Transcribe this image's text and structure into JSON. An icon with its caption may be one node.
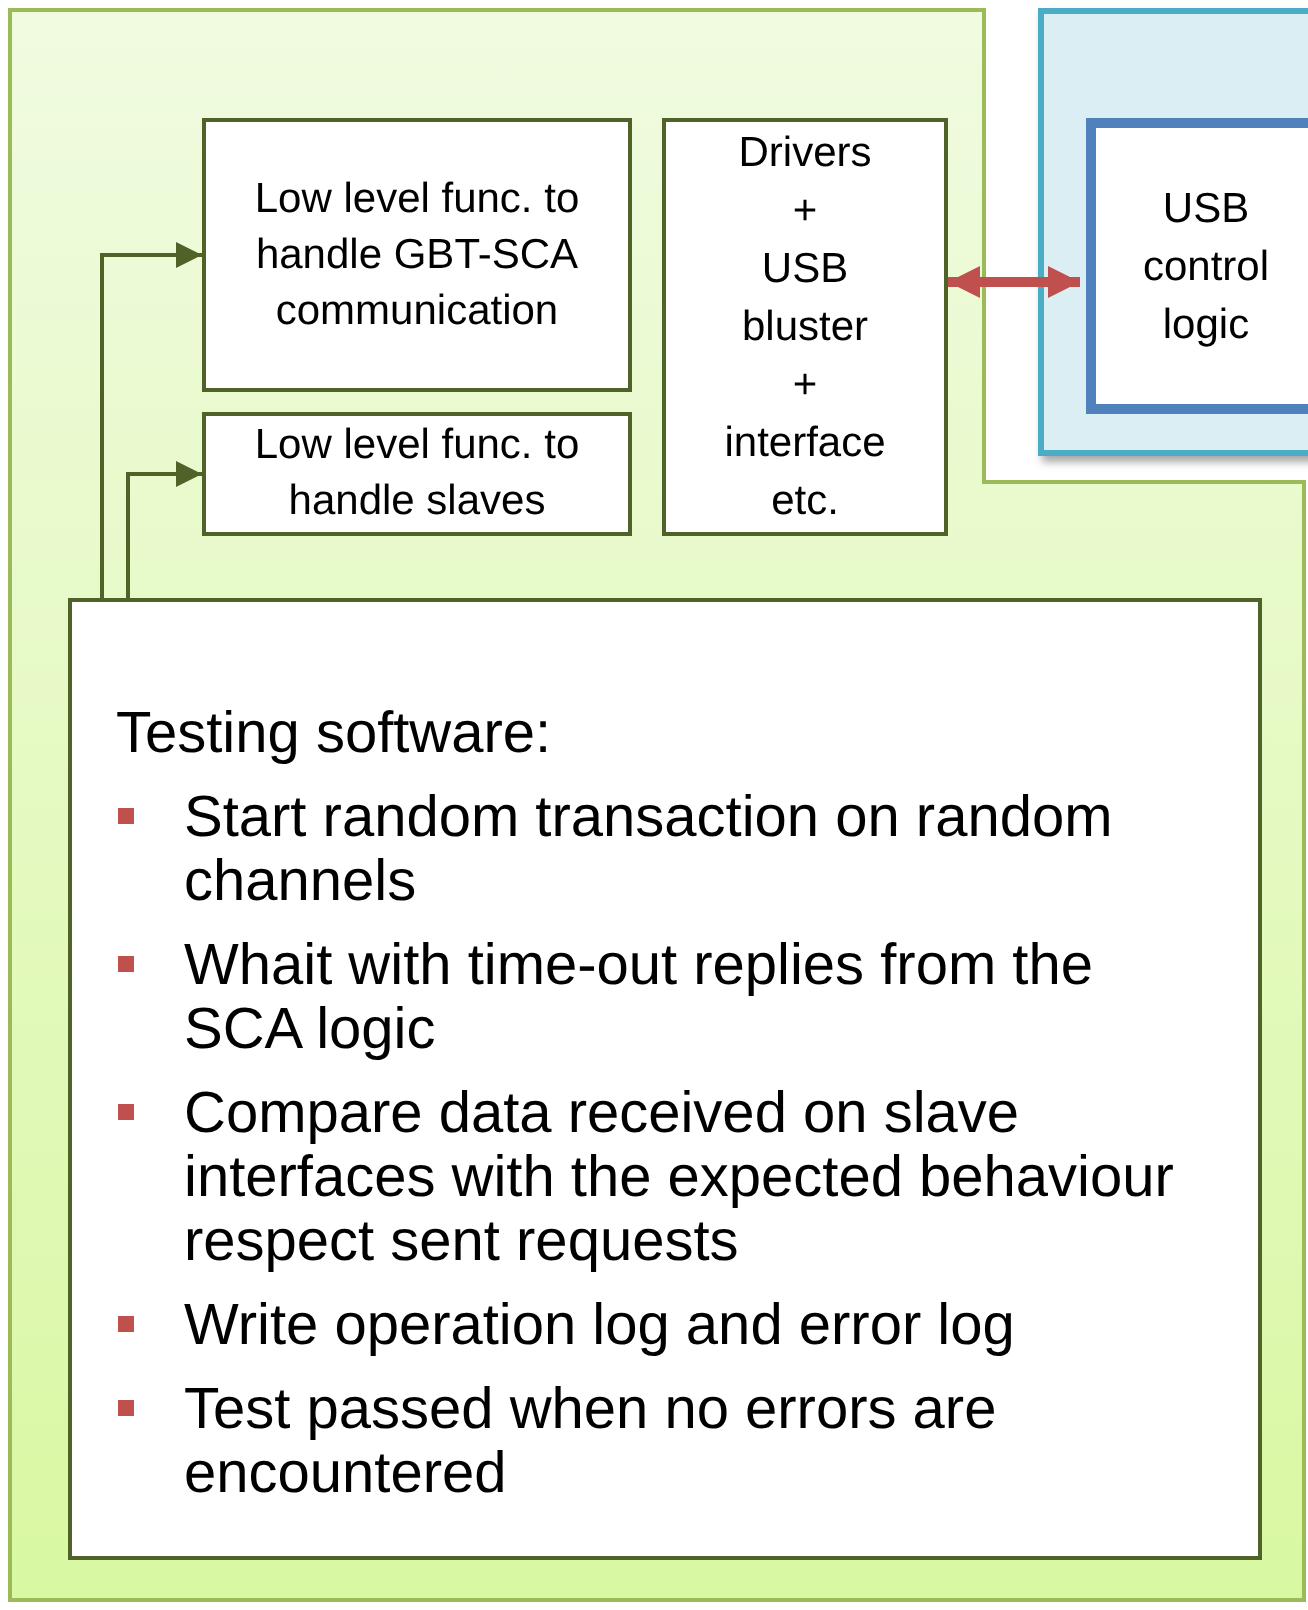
{
  "diagram": {
    "nodes": [
      {
        "text": [],
        "shape": "box"
      },
      {
        "text": [],
        "shape": "box"
      },
      {
        "text": [
          "USB control logic"
        ],
        "in": 1
      },
      {
        "text": [
          "Low level func. to handle GBT-SCA communication"
        ],
        "in": 0
      },
      {
        "text": [
          "Low level func. to handle slaves"
        ],
        "in": 0
      },
      {
        "text": [
          "Drivers + USB bluster + interface etc."
        ],
        "in": 0
      },
      {
        "text": [
          "Testing software:",
          "Start random transaction on random channels",
          "Whait with time-out replies from the SCA logic",
          "Compare data received on slave interfaces with the expected behaviour respect sent requests",
          "Write operation log and error log",
          "Test passed when no errors are encountered"
        ],
        "in": 0
      }
    ],
    "edges": [
      {
        "from": 6,
        "to": 3,
        "arrow": "to"
      },
      {
        "from": 6,
        "to": 4,
        "arrow": "to"
      },
      {
        "from": 5,
        "to": 2,
        "arrow": "both",
        "style": "thick",
        "color": "#c0504d"
      }
    ]
  }
}
